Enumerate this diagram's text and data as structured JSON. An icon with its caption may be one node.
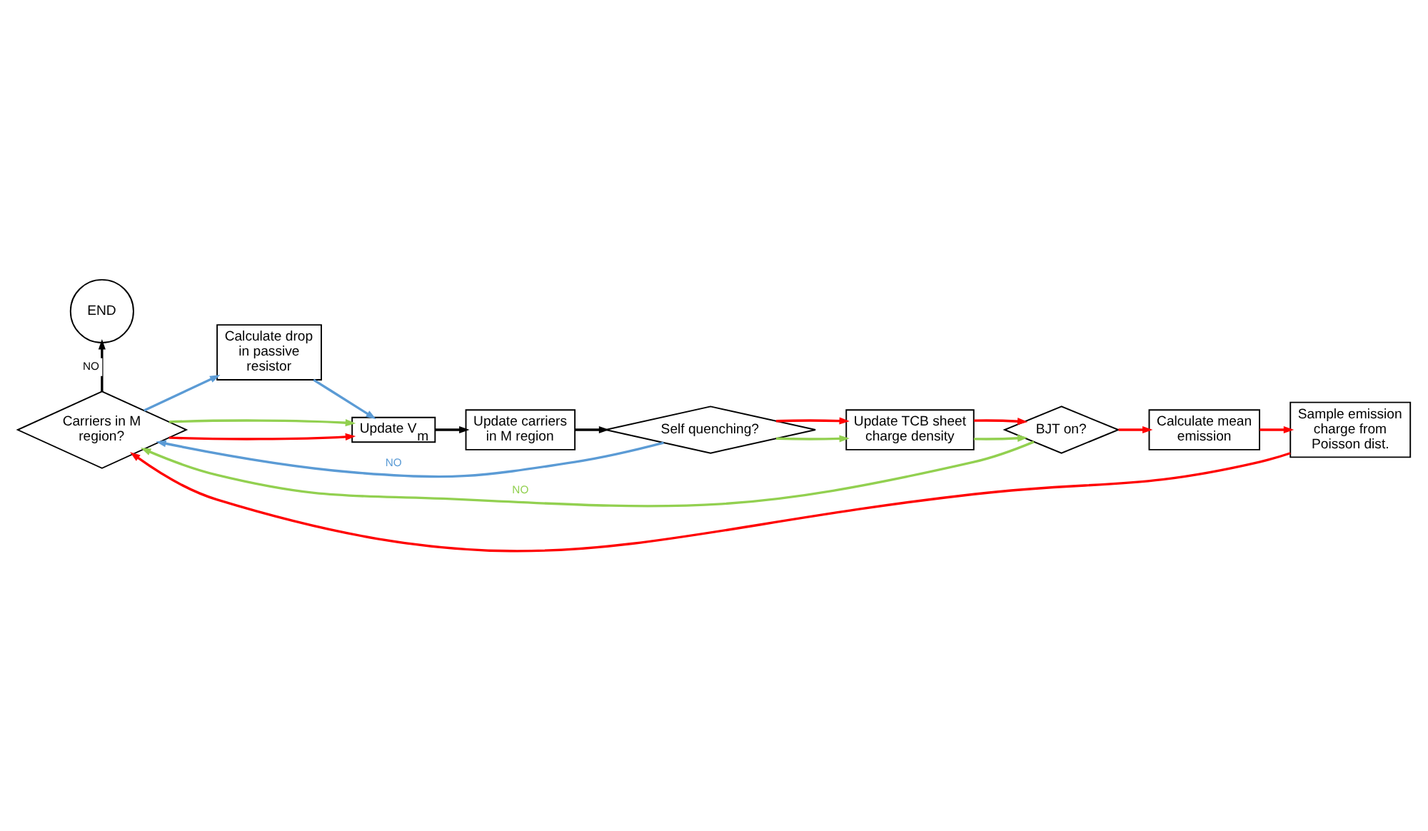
{
  "diagram": {
    "nodes": [
      {
        "text": [
          "END"
        ]
      },
      {
        "text": [
          "Carriers in M region?"
        ]
      },
      {
        "text": [
          "Calculate drop in passive resistor"
        ]
      },
      {
        "text": [
          "Update V$_{m}$"
        ]
      },
      {
        "text": [
          "Update carriers in M region"
        ]
      },
      {
        "text": [
          "Self quenching?"
        ]
      },
      {
        "text": [
          "Update TCB sheet charge density"
        ]
      },
      {
        "text": [
          "BJT on?"
        ]
      },
      {
        "text": [
          "Calculate mean emission"
        ]
      },
      {
        "text": [
          "Sample emission charge from Poisson dist."
        ]
      }
    ],
    "edges": [
      {
        "from": 1,
        "to": 0,
        "arrow": "to",
        "label": "NO",
        "color": "#000000"
      },
      {
        "from": 1,
        "to": 2,
        "arrow": "to",
        "color": "#5b9bd5"
      },
      {
        "from": 1,
        "to": 3,
        "arrow": "to"
      },
      {
        "from": 1,
        "to": 3,
        "arrow": "to",
        "color": "#92d050"
      },
      {
        "from": 2,
        "to": 3,
        "arrow": "to",
        "color": "#5b9bd5"
      },
      {
        "from": 3,
        "to": 4,
        "arrow": "to",
        "color": "#000000"
      },
      {
        "from": 4,
        "to": 5,
        "arrow": "to",
        "color": "#000000"
      },
      {
        "from": 5,
        "to": 1,
        "arrow": "to",
        "label": "NO",
        "color": "#5b9bd5"
      },
      {
        "from": 5,
        "to": 6,
        "arrow": "to",
        "color": "#92d050"
      },
      {
        "from": 5,
        "to": 6,
        "arrow": "to"
      },
      {
        "from": 6,
        "to": 7,
        "arrow": "to",
        "color": "#92d050"
      },
      {
        "from": 6,
        "to": 7,
        "arrow": "to"
      },
      {
        "from": 7,
        "to": 1,
        "arrow": "to",
        "label": "NO",
        "color": "#92d050"
      },
      {
        "from": 7,
        "to": 8,
        "arrow": "to"
      },
      {
        "from": 8,
        "to": 9,
        "arrow": "to"
      },
      {
        "from": 9,
        "to": 1,
        "arrow": "to"
      }
    ]
  }
}
